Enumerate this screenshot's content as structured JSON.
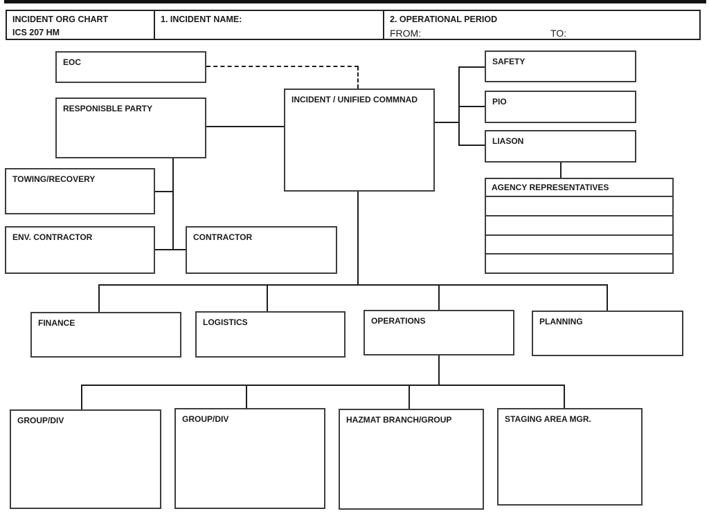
{
  "form": {
    "title_line1": "INCIDENT ORG CHART",
    "title_line2": "ICS 207 HM",
    "incident_name_label": "1. INCIDENT NAME:",
    "incident_name_value": "",
    "operational_period_label": "2. OPERATIONAL PERIOD",
    "from_label": "FROM:",
    "from_value": "",
    "to_label": "TO:",
    "to_value": ""
  },
  "chart": {
    "eoc": "EOC",
    "responsible_party": "RESPONISBLE PARTY",
    "towing_recovery": "TOWING/RECOVERY",
    "env_contractor": "ENV. CONTRACTOR",
    "contractor": "CONTRACTOR",
    "incident_unified_command": "INCIDENT / UNIFIED COMMNAD",
    "safety": "SAFETY",
    "pio": "PIO",
    "liaison": "LIASON",
    "agency_representatives": "AGENCY REPRESENTATIVES",
    "agency_rep_blank_rows": 4,
    "finance": "FINANCE",
    "logistics": "LOGISTICS",
    "operations": "OPERATIONS",
    "planning": "PLANNING",
    "group_div_1": "GROUP/DIV",
    "group_div_2": "GROUP/DIV",
    "hazmat_branch_group": "HAZMAT BRANCH/GROUP",
    "staging_area_mgr": "STAGING AREA MGR."
  },
  "colors": {
    "box_border": "#3d3d3d",
    "connector": "#1c1c1c",
    "top_bar": "#111111",
    "text": "#1a1a1a",
    "background": "#ffffff"
  }
}
